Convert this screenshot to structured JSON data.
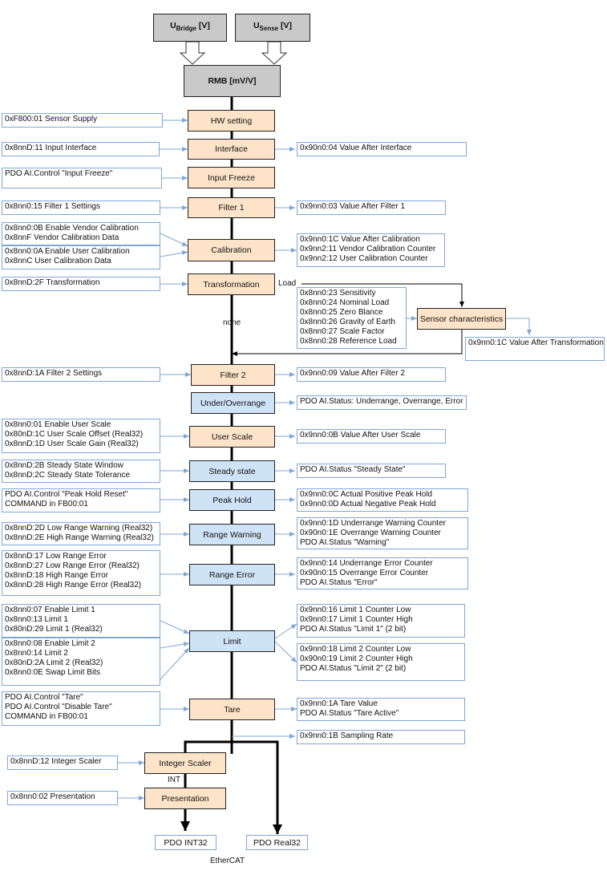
{
  "inputs": {
    "ubridge": {
      "main": "U",
      "sub": "Bridge",
      "unit": " [V]"
    },
    "usense": {
      "main": "U",
      "sub": "Sense",
      "unit": " [V]"
    },
    "rmb": "RMB [mV/V]"
  },
  "blocks": {
    "hw_setting": "HW setting",
    "interface": "Interface",
    "input_freeze": "Input Freeze",
    "filter1": "Filter 1",
    "calibration": "Calibration",
    "transformation": "Transformation",
    "sensor_characteristics": "Sensor characteristics",
    "filter2": "Filter 2",
    "under_overrange": "Under/Overrange",
    "user_scale": "User Scale",
    "steady_state": "Steady state",
    "peak_hold": "Peak Hold",
    "range_warning": "Range Warning",
    "range_error": "Range Error",
    "limit": "Limit",
    "tare": "Tare",
    "integer_scaler": "Integer Scaler",
    "presentation": "Presentation"
  },
  "left": {
    "hw_setting": [
      "0xF800:01 Sensor Supply"
    ],
    "interface": [
      "0x8nnD:11 Input Interface"
    ],
    "input_freeze": [
      "PDO AI.Control \"Input Freeze\""
    ],
    "filter1": [
      "0x8nn0:15 Filter 1 Settings"
    ],
    "calib_vendor": [
      "0x8nn0:0B Enable Vendor Calibration",
      "0x8nnF Vendor Calibration Data"
    ],
    "calib_user": [
      "0x8nn0:0A Enable User Calibration",
      "0x8nnC User Calibration Data"
    ],
    "transformation": [
      "0x8nnD:2F Transformation"
    ],
    "filter2": [
      "0x8nnD:1A Filter 2 Settings"
    ],
    "user_scale": [
      "0x8nn0:01 Enable User Scale",
      "0x80nD:1C User Scale Offset (Real32)",
      "0x8nnD:1D User Scale Gain (Real32)"
    ],
    "steady_state": [
      "0x8nnD:2B Steady State Window",
      "0x8nnD:2C Steady State Tolerance"
    ],
    "peak_hold": [
      "PDO AI.Control \"Peak Hold Reset\"",
      "COMMAND in FB00:01"
    ],
    "range_warning": [
      "0x8nnD:2D Low Range Warning (Real32)",
      "0x8nnD:2E High Range Warning (Real32)"
    ],
    "range_error": [
      "0x8nnD:17 Low Range Error",
      "0x8nnD:27 Low Range Error (Real32)",
      "0x8nnD:18 High Range Error",
      "0x8nnD:28 High Range Error (Real32)"
    ],
    "limit1": [
      "0x8nn0:07 Enable Limit 1",
      "0x8nn0:13 Limit 1",
      "0x80nD:29 Limit 1 (Real32)"
    ],
    "limit2": [
      "0x8nn0:08 Enable Limit 2",
      "0x8nn0:14 Limit 2",
      "0x80nD:2A Limit 2 (Real32)",
      "",
      "0x8nn0:0E Swap Limit Bits"
    ],
    "tare": [
      "PDO AI.Control \"Tare\"",
      "PDO AI.Control \"Disable Tare\"",
      "COMMAND in FB00:01"
    ],
    "integer_scaler": [
      "0x8nnD:12 Integer Scaler"
    ],
    "presentation": [
      "0x8nn0:02 Presentation"
    ]
  },
  "right": {
    "interface": [
      "0x90n0:04 Value After Interface"
    ],
    "filter1": [
      "0x9nn0:03 Value After Filter 1"
    ],
    "calibration": [
      "0x9nn0:1C Value After Calibration",
      "0x9nn2:11 Vendor Calibration Counter",
      "0x9nn2:12 User Calibration Counter"
    ],
    "sensor_params": [
      "0x8nn0:23 Sensitivity",
      "0x8nn0:24 Nominal Load",
      "0x8nn0:25 Zero Blance",
      "0x8nn0:26 Gravity of Earth",
      "0x8nn0:27 Scale Factor",
      "0x8nn0:28 Reference Load"
    ],
    "after_transformation": [
      "0x9nn0:1C Value After Transformation"
    ],
    "filter2": [
      "0x9nn0:09 Value After Filter 2"
    ],
    "under_overrange": [
      "PDO AI.Status: Underrange, Overrange, Error"
    ],
    "user_scale": [
      "0x9nn0:0B Value After User Scale"
    ],
    "steady_state": [
      "PDO AI.Status \"Steady State\""
    ],
    "peak_hold": [
      "0x9nn0:0C Actual Positive Peak Hold",
      "0x9nn0:0D Actual Negative Peak Hold"
    ],
    "range_warning": [
      "0x9nn0:1D Underrange Warning Counter",
      "0x90n0:1E Overrange Warning Counter",
      "PDO AI.Status \"Warning\""
    ],
    "range_error": [
      "0x9nn0:14 Underrange Error Counter",
      "0x90n0:15 Overrange Error Counter",
      "PDO AI.Status \"Error\""
    ],
    "limit1": [
      "0x9nn0:16 Limit 1 Counter Low",
      "0x9nn0:17 Limit 1 Counter High",
      "PDO AI.Status \"Limit 1\" (2 bit)"
    ],
    "limit2": [
      "0x9nn0:18 Limit 2 Counter Low",
      "0x90n0:19 Limit 2 Counter High",
      "PDO AI.Status \"Limit 2\" (2 bit)"
    ],
    "tare": [
      "0x9nn0:1A Tare Value",
      "PDO AI.Status \"Tare Active\""
    ],
    "sampling_rate": [
      "0x9nn0:1B Sampling Rate"
    ]
  },
  "labels": {
    "load": "Load",
    "none": "none",
    "int": "INT",
    "pdo_int32": "PDO INT32",
    "pdo_real32": "PDO Real32",
    "ethercat": "EtherCAT"
  },
  "colors": {
    "orange_block": "#fde4c8",
    "blue_block": "#cfe3f7",
    "gray_block": "#c9c9c9",
    "info_border": "#7fa7d6",
    "connector": "#7fa7d6",
    "main_line": "#000000"
  }
}
